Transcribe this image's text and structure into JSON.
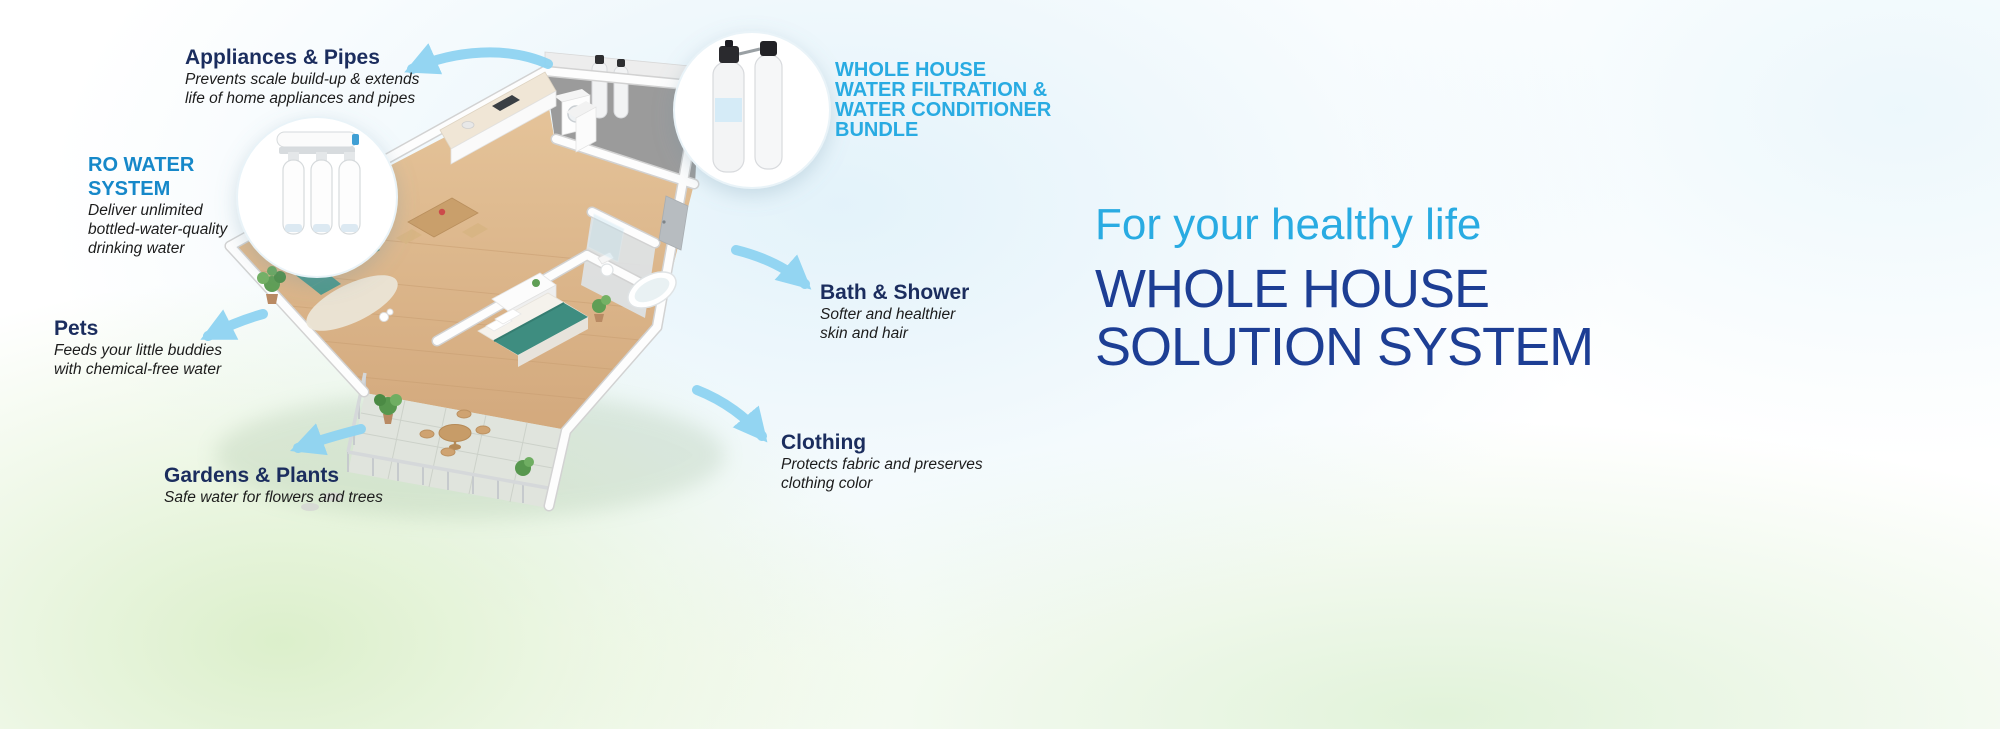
{
  "callouts": {
    "appliances": {
      "title": "Appliances & Pipes",
      "line1": "Prevents scale build-up & extends",
      "line2": "life of home appliances and pipes"
    },
    "ro": {
      "title": "RO WATER SYSTEM",
      "line1": "Deliver unlimited",
      "line2": "bottled-water-quality",
      "line3": "drinking water"
    },
    "bundle": {
      "line1": "WHOLE HOUSE",
      "line2": "WATER FILTRATION &",
      "line3": "WATER CONDITIONER",
      "line4": "BUNDLE"
    },
    "bath": {
      "title": "Bath & Shower",
      "line1": "Softer and healthier",
      "line2": "skin and hair"
    },
    "pets": {
      "title": "Pets",
      "line1": "Feeds your little buddies",
      "line2": "with chemical-free water"
    },
    "gardens": {
      "title": "Gardens & Plants",
      "line1": "Safe water for flowers and trees"
    },
    "clothing": {
      "title": "Clothing",
      "line1": "Protects fabric and preserves",
      "line2": "clothing color"
    }
  },
  "tagline": {
    "line1": "For your healthy life",
    "line2": "WHOLE HOUSE",
    "line3": "SOLUTION SYSTEM"
  },
  "colors": {
    "accent_cyan": "#29abe2",
    "heading_navy": "#1b2d5e",
    "tagline_navy": "#1d3e94",
    "ro_blue": "#1688c9",
    "arrow_blue": "#8fd4f2"
  }
}
